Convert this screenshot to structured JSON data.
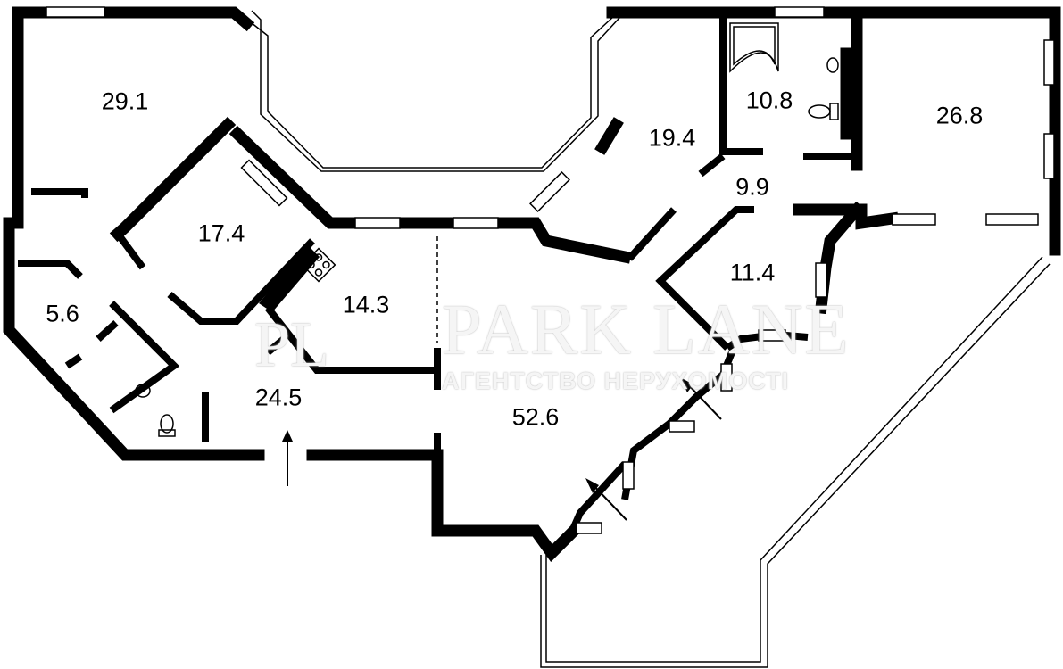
{
  "rooms": [
    {
      "id": "room-a",
      "area": "29.1"
    },
    {
      "id": "room-b",
      "area": "17.4"
    },
    {
      "id": "room-c",
      "area": "14.3"
    },
    {
      "id": "room-d",
      "area": "5.6"
    },
    {
      "id": "room-e",
      "area": "24.5"
    },
    {
      "id": "room-f",
      "area": "52.6"
    },
    {
      "id": "room-g",
      "area": "19.4"
    },
    {
      "id": "room-h",
      "area": "10.8"
    },
    {
      "id": "room-i",
      "area": "26.8"
    },
    {
      "id": "room-j",
      "area": "9.9"
    },
    {
      "id": "room-k",
      "area": "11.4"
    }
  ],
  "watermark": {
    "logo": "PL",
    "brand": "PARK LANE",
    "tagline": "АГЕНТСТВО НЕРУХОМОСТІ"
  }
}
